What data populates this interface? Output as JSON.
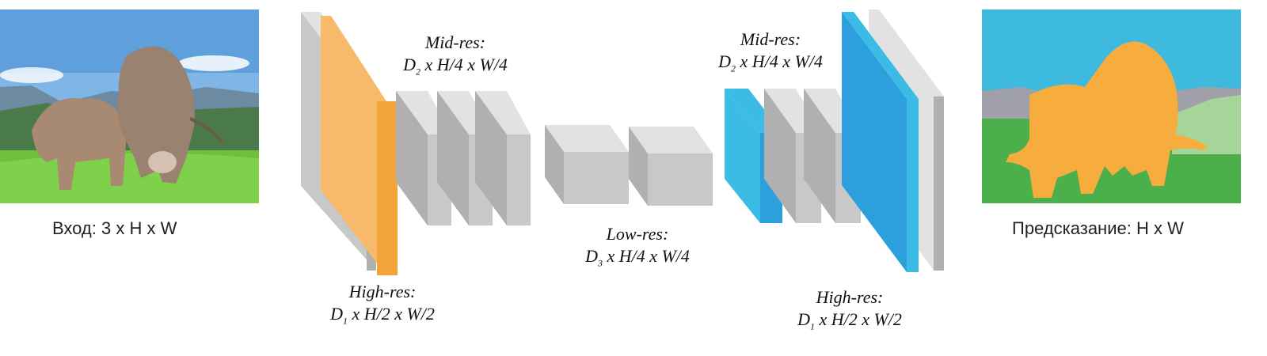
{
  "input": {
    "caption": "Вход: 3 x H x W"
  },
  "output": {
    "caption": "Предсказание: H x W"
  },
  "labels": {
    "enc_high": {
      "title": "High-res:",
      "d": "D",
      "d_sub": "1",
      "dims": " x H/2 x W/2"
    },
    "enc_mid": {
      "title": "Mid-res:",
      "d": "D",
      "d_sub": "2",
      "dims": " x H/4 x W/4"
    },
    "low": {
      "title": "Low-res:",
      "d": "D",
      "d_sub": "3",
      "dims": " x H/4 x W/4"
    },
    "dec_mid": {
      "title": "Mid-res:",
      "d": "D",
      "d_sub": "2",
      "dims": " x H/4 x W/4"
    },
    "dec_high": {
      "title": "High-res:",
      "d": "D",
      "d_sub": "1",
      "dims": " x H/2 x W/2"
    }
  },
  "colors": {
    "gray_front": "#c8c8c8",
    "gray_side": "#b0b0b0",
    "gray_top": "#e2e2e2",
    "orange_front": "#f2a33a",
    "orange_side": "#f7b96a",
    "blue_front": "#2c9fdc",
    "blue_side": "#3bbbe6",
    "seg_sky": "#3fbadf",
    "seg_mountain": "#9fa0a8",
    "seg_grass": "#4bb04b",
    "seg_lightgrass": "#a6d59a",
    "seg_cow": "#f6ad3d"
  }
}
